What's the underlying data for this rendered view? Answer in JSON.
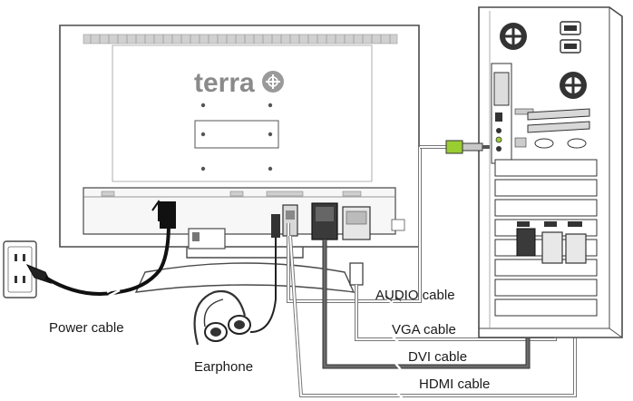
{
  "monitor": {
    "brand_logo": "terra"
  },
  "labels": {
    "power_cable": "Power cable",
    "earphone": "Earphone",
    "audio_cable": "AUDIO cable",
    "vga_cable": "VGA cable",
    "dvi_cable": "DVI cable",
    "hdmi_cable": "HDMI cable"
  },
  "colors": {
    "line": "#4a4a4a",
    "dvi_cable": "#5a5a5a",
    "audio_plug": "#9acd32",
    "panel_fill": "#f4f4f4"
  }
}
